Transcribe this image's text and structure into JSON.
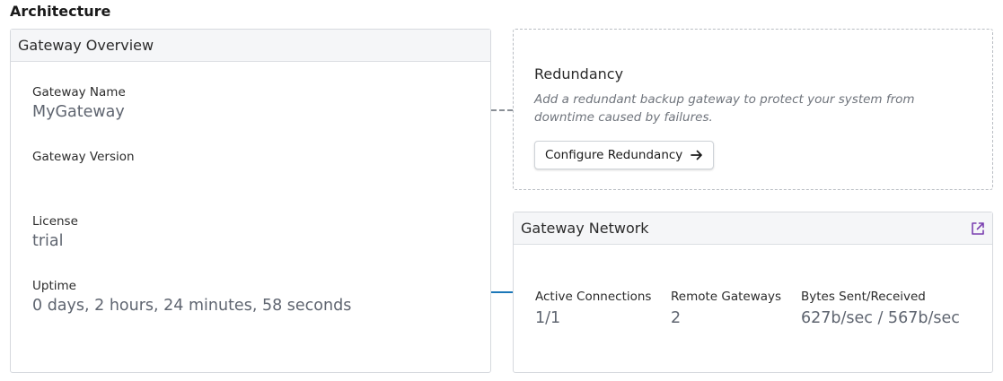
{
  "section": {
    "title": "Architecture"
  },
  "overview": {
    "title": "Gateway Overview",
    "fields": [
      {
        "label": "Gateway Name",
        "value": "MyGateway"
      },
      {
        "label": "Gateway Version",
        "value": ""
      },
      {
        "label": "License",
        "value": "trial"
      },
      {
        "label": "Uptime",
        "value": "0 days, 2 hours, 24 minutes, 58 seconds"
      }
    ]
  },
  "redundancy": {
    "title": "Redundancy",
    "description": "Add a redundant backup gateway to protect your system from downtime caused by failures.",
    "button_label": "Configure Redundancy",
    "button_icon": "arrow-right-icon"
  },
  "network": {
    "title": "Gateway Network",
    "header_icon": "external-link-icon",
    "stats": [
      {
        "label": "Active Connections",
        "value": "1/1"
      },
      {
        "label": "Remote Gateways",
        "value": "2"
      },
      {
        "label": "Bytes Sent/Received",
        "value": "627b/sec / 567b/sec"
      }
    ]
  },
  "colors": {
    "accent": "#1b77b8",
    "link_icon": "#7a3fb0",
    "header_bg": "#f5f6f8",
    "value_text": "#5f6570"
  }
}
